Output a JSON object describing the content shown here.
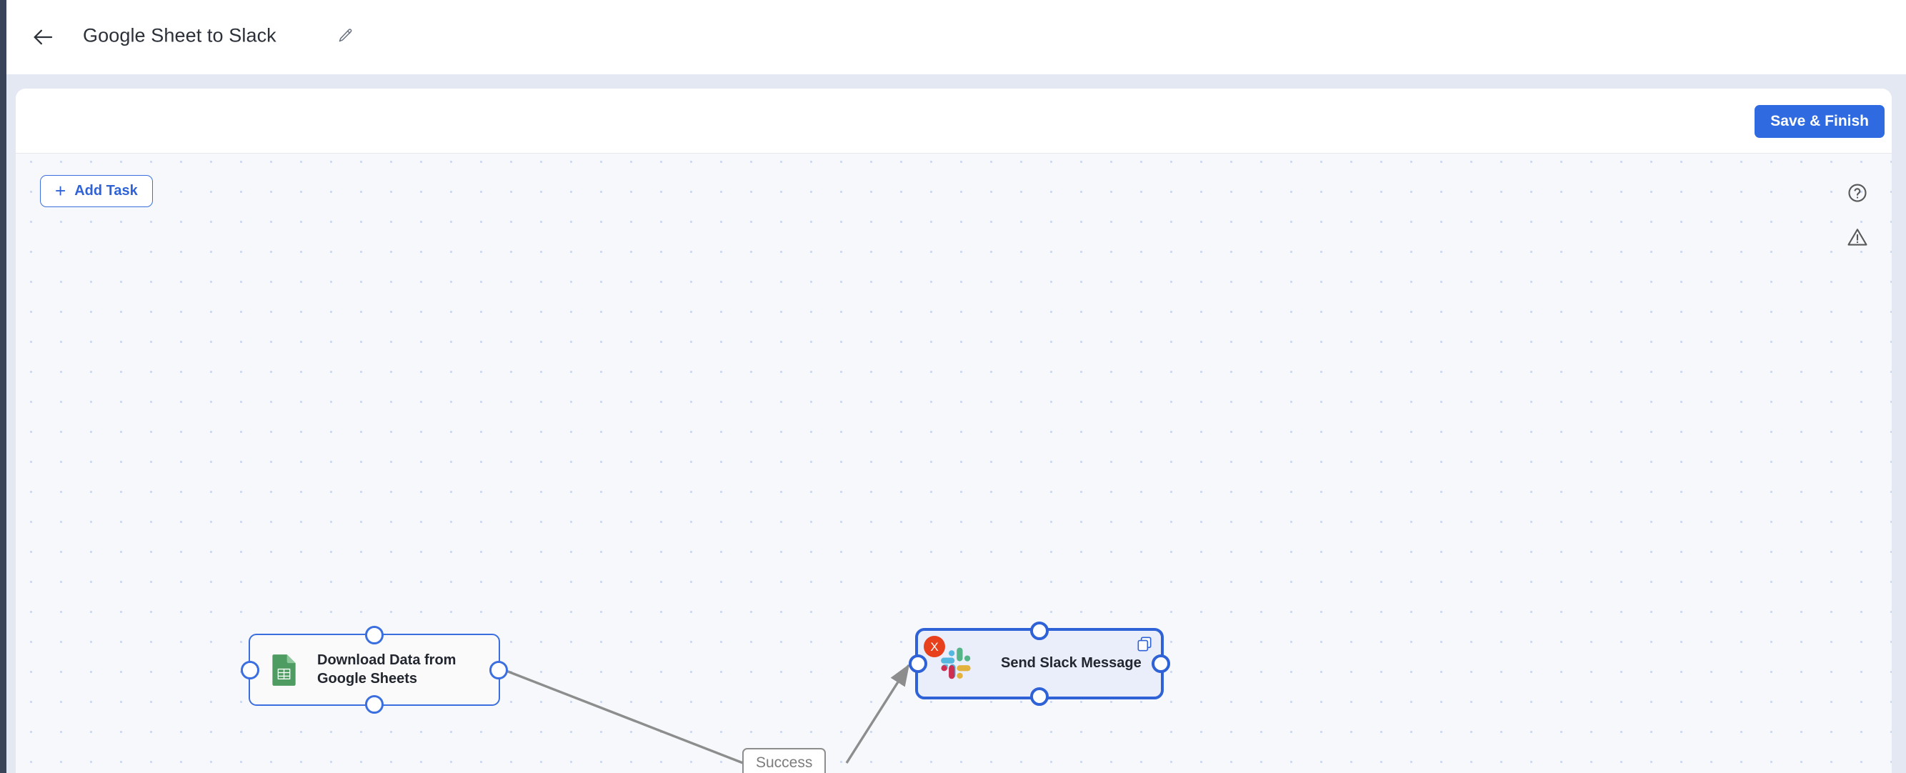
{
  "header": {
    "back_icon": "arrow-left-icon",
    "title": "Google Sheet to Slack",
    "edit_icon": "pencil-icon"
  },
  "toolbar": {
    "save_label": "Save & Finish",
    "save_color": "#2f6ae0"
  },
  "canvas": {
    "add_task_label": "Add Task",
    "add_task_plus": "+",
    "tools": [
      {
        "name": "help-icon",
        "title": "Help"
      },
      {
        "name": "warning-icon",
        "title": "Warnings"
      }
    ],
    "dot_color": "#ccd7f0",
    "background_color": "#f6f8fc"
  },
  "flow": {
    "nodes": [
      {
        "id": "download-google-sheets",
        "label": "Download Data from Google Sheets",
        "icon": "google-sheets-icon",
        "selected": false,
        "border_color": "#3b6fe0",
        "fill_color": "#fafafa"
      },
      {
        "id": "send-slack-message",
        "label": "Send Slack Message",
        "icon": "slack-icon",
        "selected": true,
        "border_color": "#2f62d6",
        "fill_color": "#eaeefb",
        "delete_badge_label": "X",
        "delete_badge_color": "#e8401d",
        "copy_badge_icon": "copy-icon"
      }
    ],
    "edges": [
      {
        "from": "download-google-sheets",
        "to": "send-slack-message",
        "label": "Success",
        "color": "#8d8d8d"
      }
    ]
  }
}
